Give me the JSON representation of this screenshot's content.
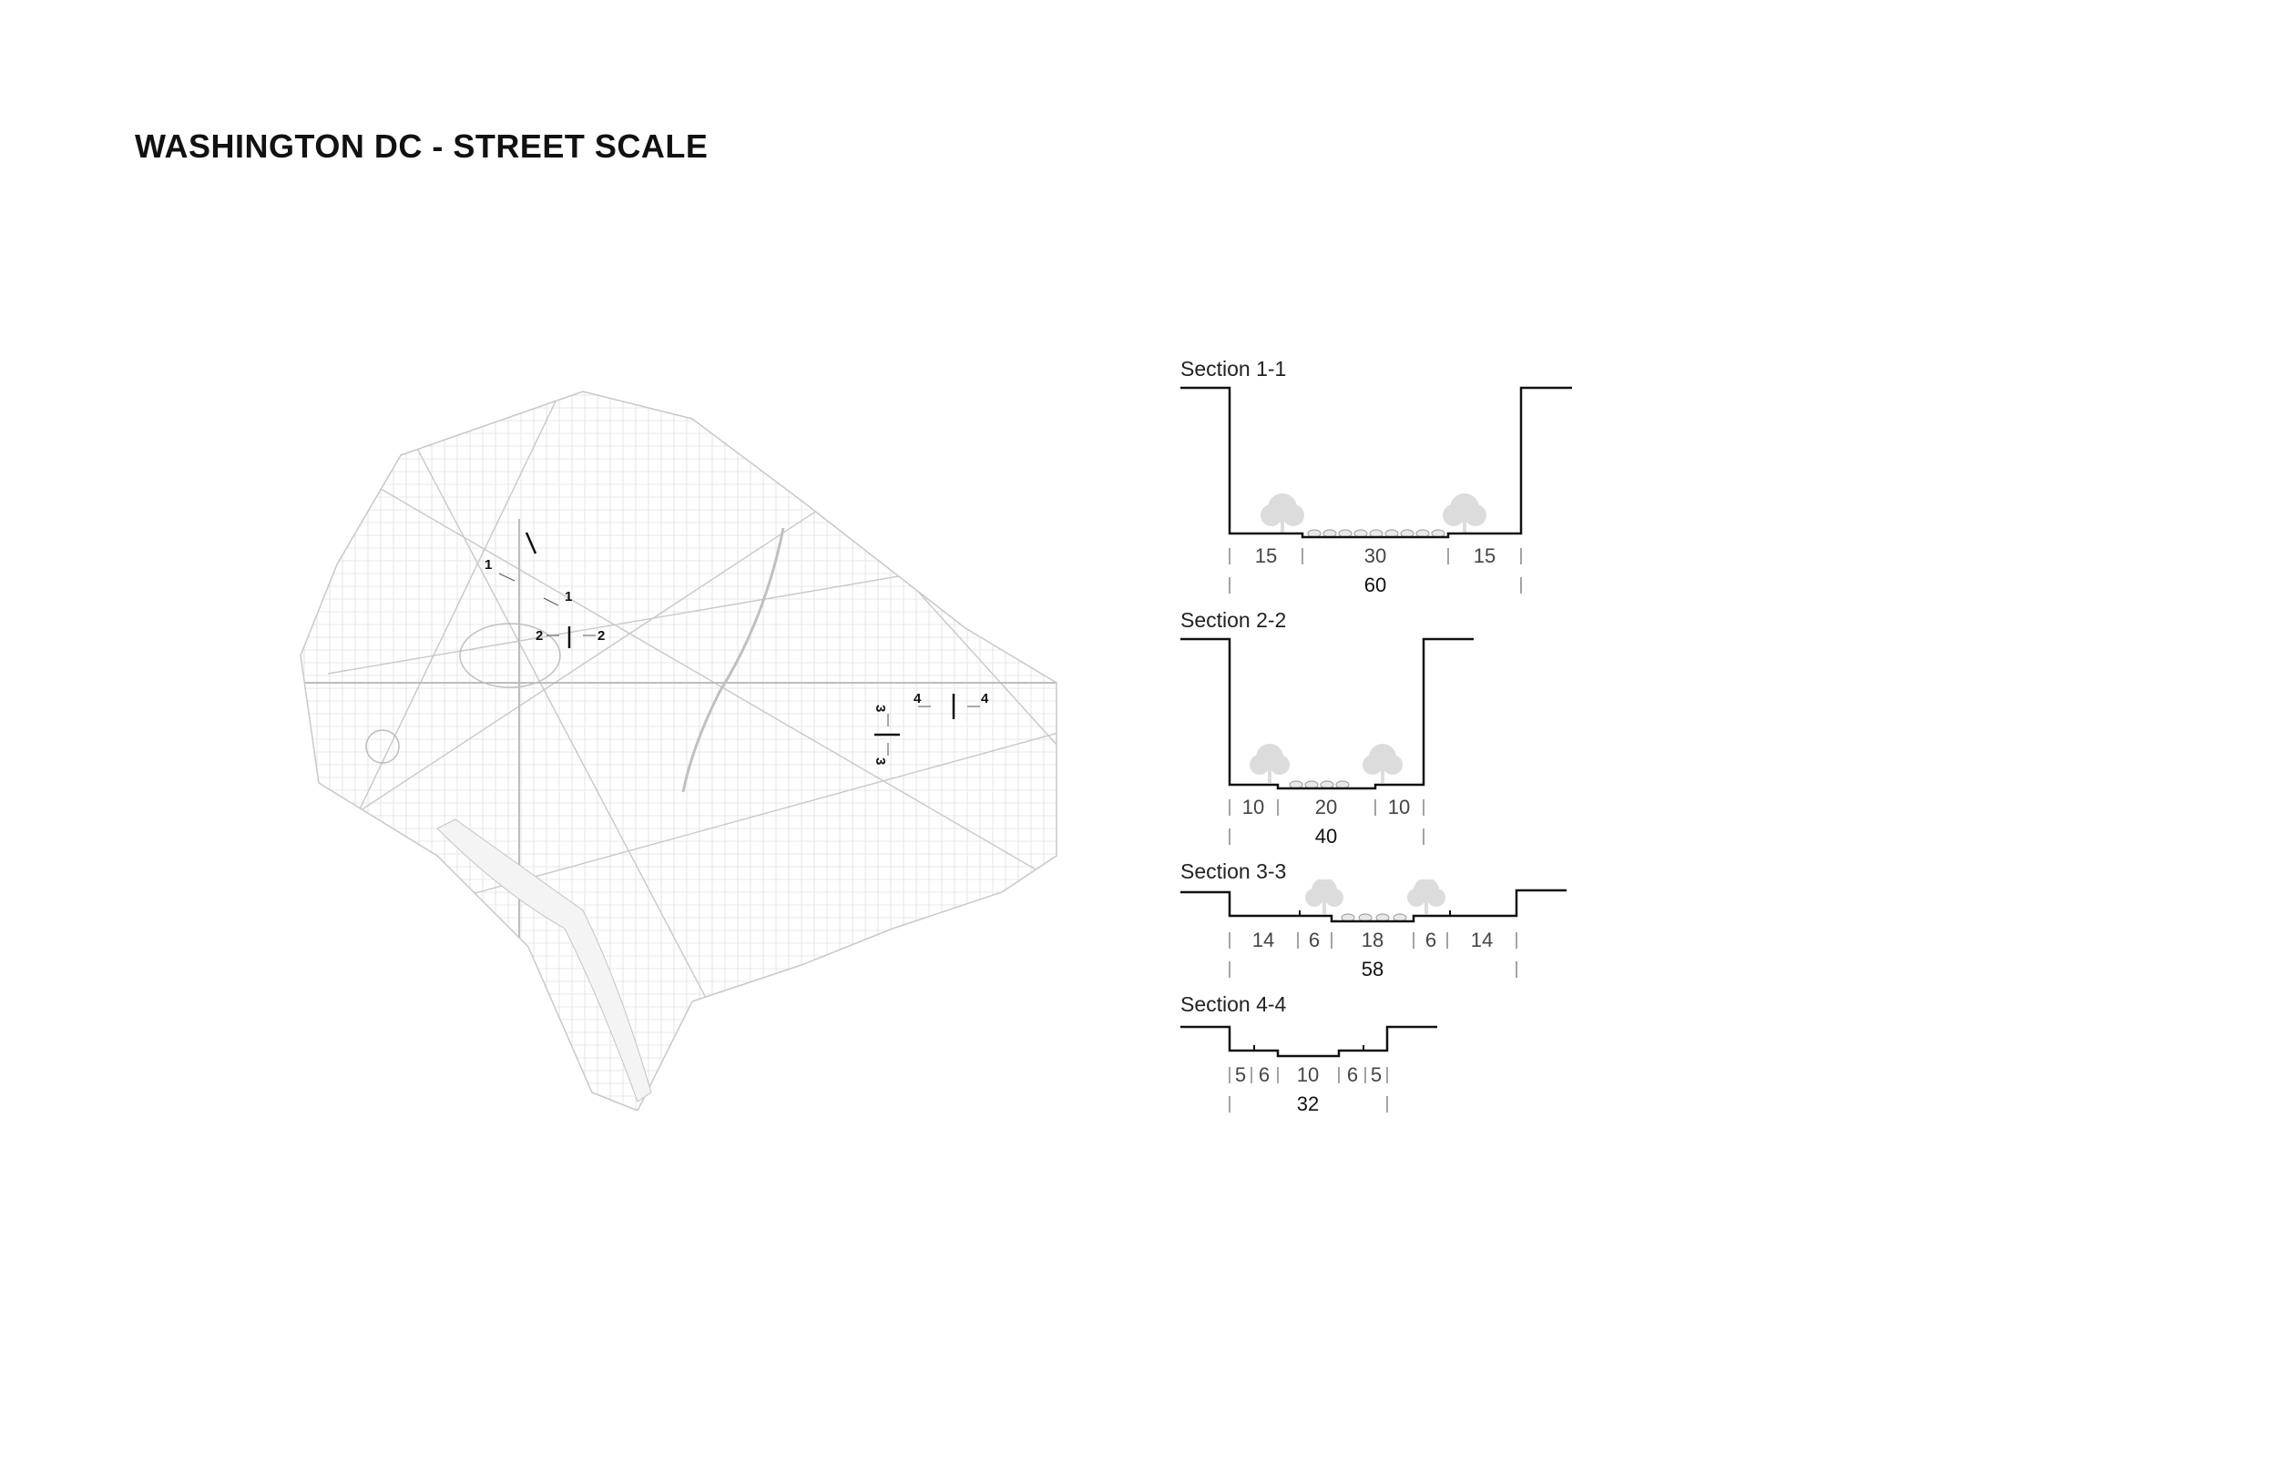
{
  "title": "WASHINGTON DC - STREET SCALE",
  "map_markers": [
    {
      "id": "1",
      "label": "1"
    },
    {
      "id": "2",
      "label": "2"
    },
    {
      "id": "3",
      "label": "3"
    },
    {
      "id": "4",
      "label": "4"
    }
  ],
  "sections": [
    {
      "label": "Section 1-1",
      "widths": [
        "15",
        "30",
        "15"
      ],
      "total": "60"
    },
    {
      "label": "Section 2-2",
      "widths": [
        "10",
        "20",
        "10"
      ],
      "total": "40"
    },
    {
      "label": "Section 3-3",
      "widths": [
        "14",
        "6",
        "18",
        "6",
        "14"
      ],
      "total": "58"
    },
    {
      "label": "Section 4-4",
      "widths": [
        "5",
        "6",
        "10",
        "6",
        "5"
      ],
      "total": "32"
    }
  ],
  "colors": {
    "ink": "#111111",
    "map_lines": "#cfcfcf",
    "tree": "#d8d8d8",
    "dim": "#555555"
  }
}
